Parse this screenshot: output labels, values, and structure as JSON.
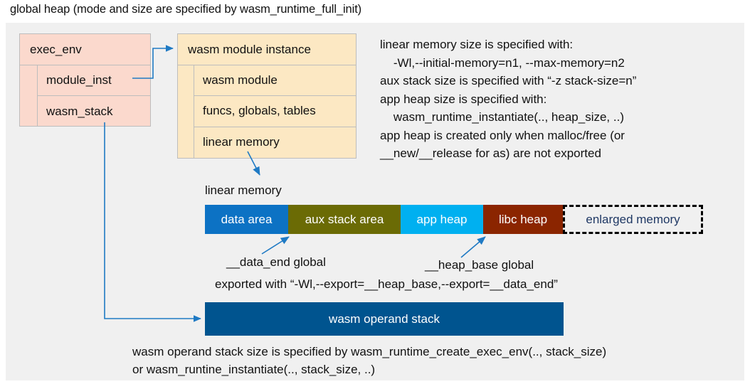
{
  "title": "global heap (mode and size are specified by wasm_runtime_full_init)",
  "colors": {
    "panel_bg": "#f0f0f0",
    "exec_env_fill": "#fbd9cd",
    "module_inst_fill": "#fce8c3",
    "box_border": "#bdbdbd",
    "connector": "#1f7ac4",
    "data_area": "#0c72c4",
    "aux_stack_area": "#6b6b05",
    "app_heap": "#00b0f0",
    "libc_heap": "#8b2500",
    "enlarged_memory_text": "#1f3864",
    "operand_stack": "#00548f"
  },
  "exec_env": {
    "header": "exec_env",
    "rows": [
      {
        "label": "module_inst"
      },
      {
        "label": "wasm_stack"
      }
    ]
  },
  "module_inst": {
    "header": "wasm module instance",
    "rows": [
      {
        "label": "wasm module"
      },
      {
        "label": "funcs, globals, tables"
      },
      {
        "label": "linear memory"
      }
    ]
  },
  "info_text": "linear memory size is specified with:\n    -Wl,--initial-memory=n1, --max-memory=n2\naux stack size is specified with “-z stack-size=n”\napp heap size is specified with:\n    wasm_runtime_instantiate(.., heap_size, ..)\napp heap is created only when malloc/free (or\n__new/__release for as) are not exported",
  "linear_memory": {
    "caption": "linear memory",
    "segments": [
      {
        "label": "data area",
        "color": "#0c72c4",
        "width": 117,
        "style": "solid"
      },
      {
        "label": "aux stack area",
        "color": "#6b6b05",
        "width": 158,
        "style": "solid"
      },
      {
        "label": "app heap",
        "color": "#00b0f0",
        "width": 116,
        "style": "solid"
      },
      {
        "label": "libc heap",
        "color": "#8b2500",
        "width": 112,
        "style": "solid"
      },
      {
        "label": "enlarged memory",
        "color": "#f0f0f0",
        "width": 197,
        "style": "dashed"
      }
    ]
  },
  "annotations": {
    "data_end": "__data_end global",
    "heap_base": "__heap_base global",
    "exported": "exported with “-Wl,--export=__heap_base,--export=__data_end”"
  },
  "operand_stack": {
    "label": "wasm operand stack"
  },
  "bottom_note": "wasm operand stack size is specified by wasm_runtime_create_exec_env(.., stack_size)\nor wasm_runtine_instantiate(.., stack_size, ..)"
}
